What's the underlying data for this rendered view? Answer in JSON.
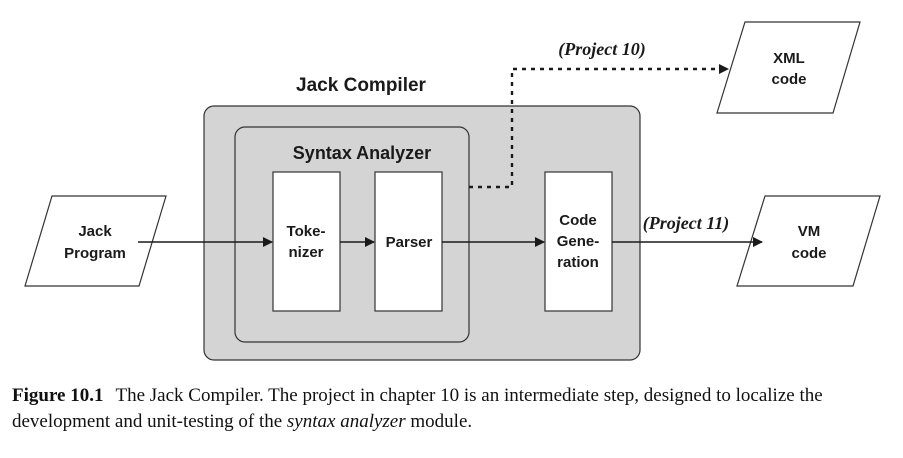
{
  "diagram": {
    "compiler_title": "Jack Compiler",
    "analyzer_title": "Syntax Analyzer",
    "input": {
      "line1": "Jack",
      "line2": "Program"
    },
    "tokenizer": {
      "line1": "Toke-",
      "line2": "nizer"
    },
    "parser": {
      "label": "Parser"
    },
    "codegen": {
      "line1": "Code",
      "line2": "Gene-",
      "line3": "ration"
    },
    "xml_output": {
      "line1": "XML",
      "line2": "code"
    },
    "vm_output": {
      "line1": "VM",
      "line2": "code"
    },
    "project10_label": "(Project 10)",
    "project11_label": "(Project 11)"
  },
  "caption": {
    "label": "Figure 10.1",
    "text_part1": "The Jack Compiler. The project in chapter 10 is an intermediate step, designed to localize the development and unit-testing of the ",
    "emphasis": "syntax analyzer",
    "text_part2": " module."
  }
}
